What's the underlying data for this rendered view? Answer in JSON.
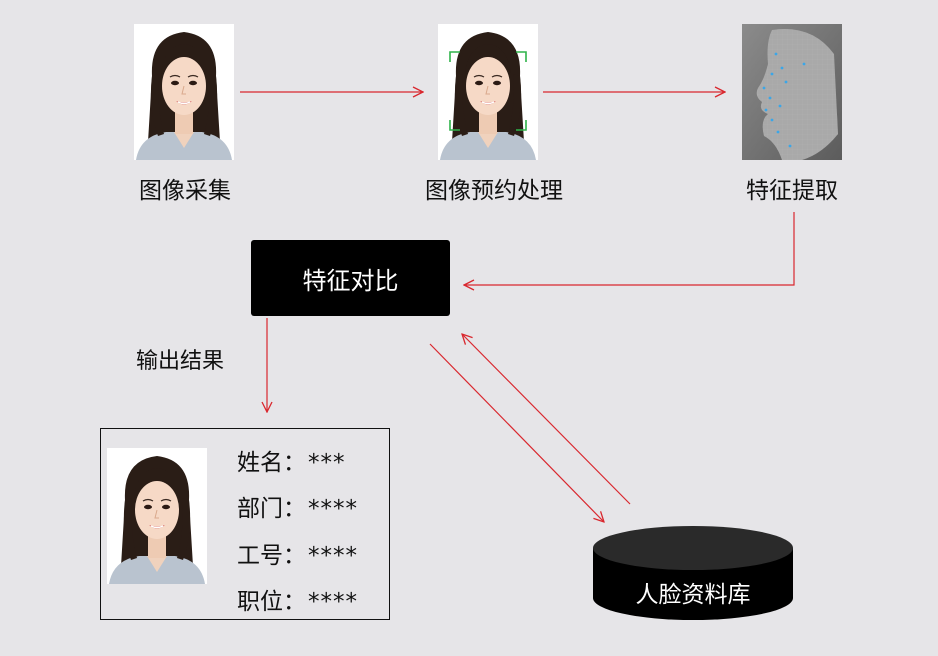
{
  "steps": {
    "capture": "图像采集",
    "preprocess": "图像预约处理",
    "extract": "特征提取",
    "compare": "特征对比",
    "output": "输出结果",
    "database": "人脸资料库"
  },
  "result": {
    "name_label": "姓名：",
    "name_value": "***",
    "dept_label": "部门：",
    "dept_value": "****",
    "id_label": "工号：",
    "id_value": "****",
    "position_label": "职位：",
    "position_value": "****"
  },
  "colors": {
    "arrow": "#d9272e",
    "background": "#e6e5e8",
    "box": "#000000"
  }
}
